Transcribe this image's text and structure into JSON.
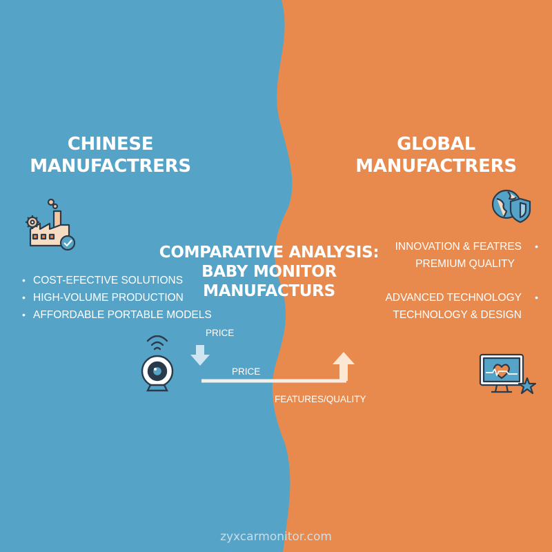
{
  "colors": {
    "left_bg": "#55a4c8",
    "right_bg": "#e88a4e",
    "text": "#ffffff"
  },
  "left": {
    "title_line1": "CHINESE",
    "title_line2": "MANUFACTRERS",
    "icon": "factory-gear-check-icon",
    "bullets": [
      "COST-EFECTIVE SOLUTIONS",
      "HIGH-VOLUME PRODUCTION",
      "AFFORDABLE PORTABLE MODELS"
    ]
  },
  "right": {
    "title_line1": "GLOBAL",
    "title_line2": "MANUFACTRERS",
    "icon": "globe-shield-icon",
    "groups": [
      [
        "INNOVATION & FEATRES",
        "PREMIUM QUALITY"
      ],
      [
        "ADVANCED TECHNOLOGY",
        "TECHNOLOGY & DESIGN"
      ]
    ],
    "bottom_icon": "monitor-heart-star-icon"
  },
  "center": {
    "title_line1": "COMPARATIVE ANALYSIS:",
    "title_line2": "BABY MONITOR",
    "title_line3": "MANUFACTURS",
    "camera_icon": "baby-camera-icon",
    "price_label_top": "PRICE",
    "price_label_mid": "PRICE",
    "features_label": "FEATURES/QUALITY"
  },
  "footer": "zyxcarmonitor.com"
}
